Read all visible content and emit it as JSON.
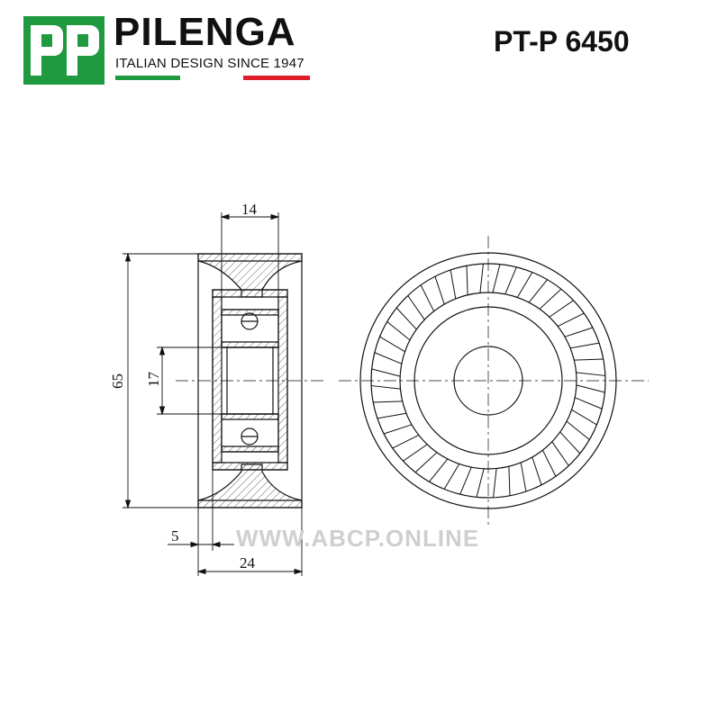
{
  "brand": {
    "name": "PILENGA",
    "tagline": "ITALIAN DESIGN SINCE 1947",
    "logo_icon": "pilenga-qp-logo-icon",
    "colors": {
      "green": "#1f9a3e",
      "red": "#e01e2b"
    }
  },
  "part_number": "PT-P 6450",
  "dimensions": {
    "hub_width": "14",
    "outer_diameter": "65",
    "bore_diameter": "17",
    "offset": "5",
    "total_width": "24"
  },
  "watermark": "WWW.ABCP.ONLINE"
}
